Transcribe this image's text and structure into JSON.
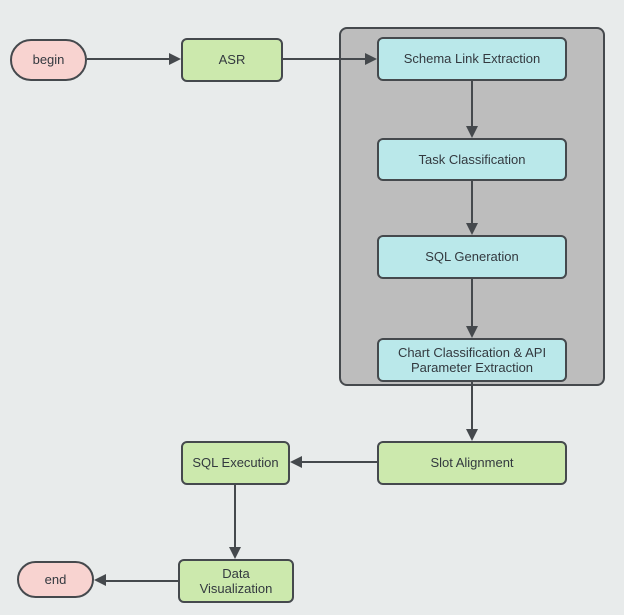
{
  "diagram": {
    "title": "voice-to-visualization pipeline flowchart",
    "colors": {
      "background": "#e8ebeb",
      "terminal_fill": "#f8d3d0",
      "process_fill": "#cce9ad",
      "subprocess_fill": "#bae8ea",
      "container_fill": "#bdbdbd",
      "border": "#45494d",
      "arrow": "#45494d",
      "text": "#33393f"
    },
    "nodes": {
      "begin": {
        "label": "begin",
        "shape": "stadium"
      },
      "asr": {
        "label": "ASR",
        "shape": "rect"
      },
      "schema_link_extraction": {
        "label": "Schema Link Extraction",
        "shape": "rect"
      },
      "task_classification": {
        "label": "Task Classification",
        "shape": "rect"
      },
      "sql_generation": {
        "label": "SQL Generation",
        "shape": "rect"
      },
      "chart_classification": {
        "label": "Chart Classification & API Parameter Extraction",
        "shape": "rect"
      },
      "slot_alignment": {
        "label": "Slot Alignment",
        "shape": "rect"
      },
      "sql_execution": {
        "label": "SQL Execution",
        "shape": "rect"
      },
      "data_visualization": {
        "label": "Data Visualization",
        "shape": "rect"
      },
      "end": {
        "label": "end",
        "shape": "stadium"
      }
    },
    "edges": [
      {
        "from": "begin",
        "to": "asr",
        "direction": "right"
      },
      {
        "from": "asr",
        "to": "schema_link_extraction",
        "direction": "right"
      },
      {
        "from": "schema_link_extraction",
        "to": "task_classification",
        "direction": "down"
      },
      {
        "from": "task_classification",
        "to": "sql_generation",
        "direction": "down"
      },
      {
        "from": "sql_generation",
        "to": "chart_classification",
        "direction": "down"
      },
      {
        "from": "chart_classification",
        "to": "slot_alignment",
        "direction": "down"
      },
      {
        "from": "slot_alignment",
        "to": "sql_execution",
        "direction": "left"
      },
      {
        "from": "sql_execution",
        "to": "data_visualization",
        "direction": "down"
      },
      {
        "from": "data_visualization",
        "to": "end",
        "direction": "left"
      }
    ]
  }
}
